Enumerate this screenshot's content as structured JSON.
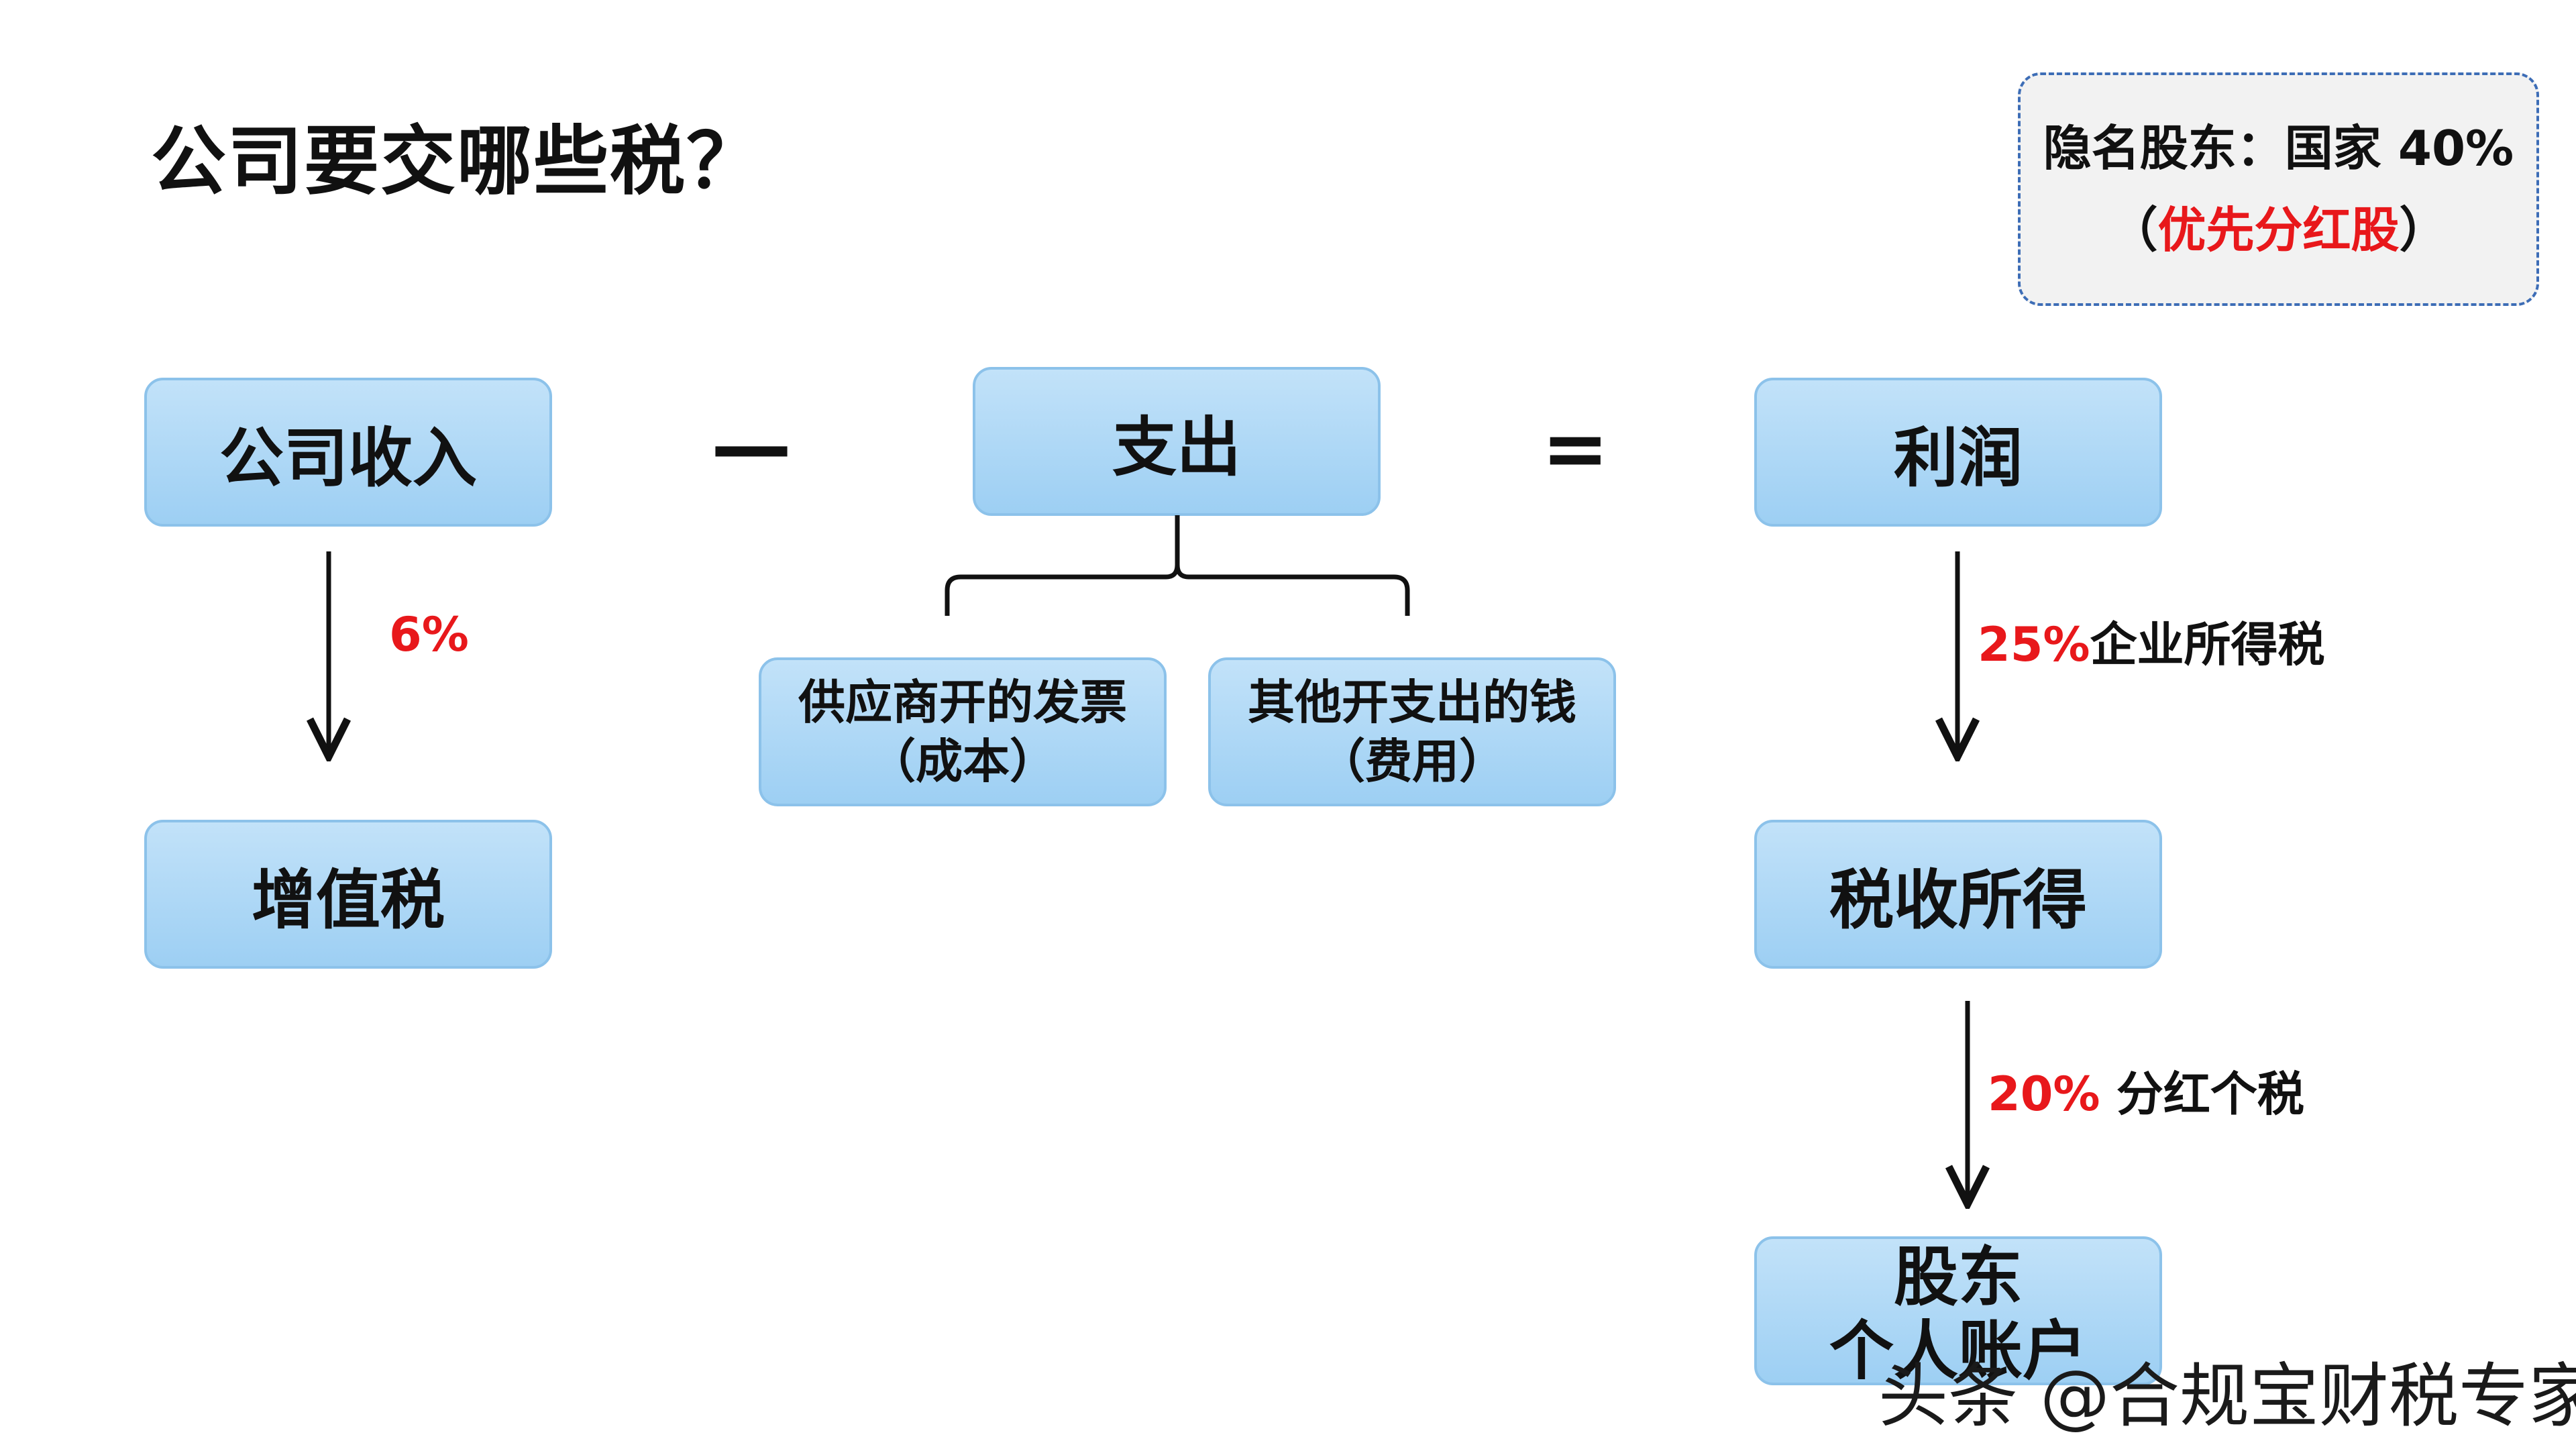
{
  "title": "公司要交哪些税？",
  "note": {
    "line1": "隐名股东：国家 40%",
    "open_paren": "（",
    "highlight": "优先分红股",
    "close_paren": "）",
    "highlight_color": "#e8181b"
  },
  "boxes": {
    "income": "公司收入",
    "expense": "支出",
    "profit": "利润",
    "vat": "增值税",
    "after_tax": "税收所得",
    "shareholder_line1": "股东",
    "shareholder_line2": "个人账户",
    "cost_line1": "供应商开的发票",
    "cost_line2": "（成本）",
    "fee_line1": "其他开支出的钱",
    "fee_line2": "（费用）"
  },
  "operators": {
    "minus": "—",
    "equals": "="
  },
  "arrows": {
    "vat_rate": "6%",
    "cit_rate": "25%",
    "cit_label": "企业所得税",
    "dividend_rate": "20%",
    "dividend_label": " 分红个税"
  },
  "watermark": "头条 @合规宝财税专家",
  "colors": {
    "box_fill": "#a9d5f5",
    "box_border": "#8cc2ea",
    "note_border": "#3d6db6",
    "rate_red": "#e8181b"
  }
}
